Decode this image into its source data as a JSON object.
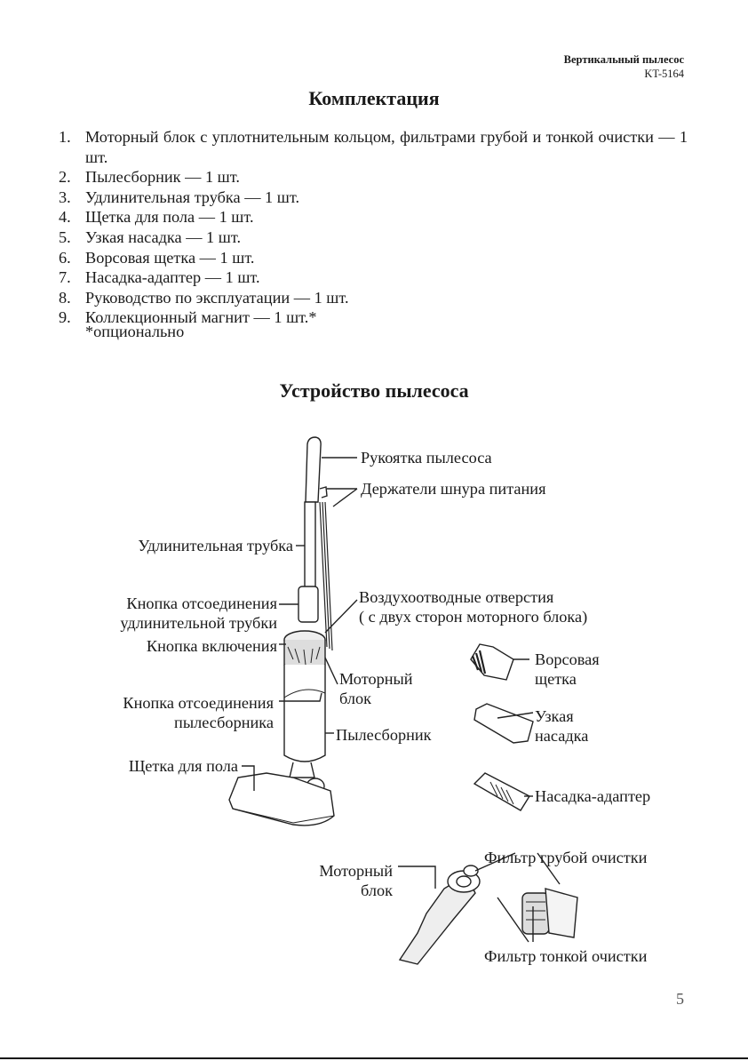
{
  "header": {
    "product": "Вертикальный пылесос",
    "model": "KT-5164"
  },
  "kit": {
    "title": "Комплектация",
    "items": [
      {
        "num": "1.",
        "text": "Моторный блок с уплотнительным кольцом, фильтрами грубой и тонкой очистки — 1 шт."
      },
      {
        "num": "2.",
        "text": "Пылесборник — 1 шт."
      },
      {
        "num": "3.",
        "text": "Удлинительная трубка — 1 шт."
      },
      {
        "num": "4.",
        "text": "Щетка для пола — 1 шт."
      },
      {
        "num": "5.",
        "text": "Узкая насадка — 1 шт."
      },
      {
        "num": "6.",
        "text": "Ворсовая щетка — 1 шт."
      },
      {
        "num": "7.",
        "text": "Насадка-адаптер — 1 шт."
      },
      {
        "num": "8.",
        "text": "Руководство по эксплуатации — 1 шт."
      },
      {
        "num": "9.",
        "text": "Коллекционный магнит — 1 шт.*"
      }
    ],
    "note": "*опционально"
  },
  "device": {
    "title": "Устройство пылесоса",
    "labels": {
      "handle": "Рукоятка пылесоса",
      "cord_holders": "Держатели шнура питания",
      "extension_tube": "Удлинительная трубка",
      "tube_release_1": "Кнопка отсоединения",
      "tube_release_2": "удлинительной трубки",
      "power_button": "Кнопка включения",
      "air_outlets_1": "Воздухоотводные отверстия",
      "air_outlets_2": "( с двух сторон моторного блока)",
      "motor_block_1": "Моторный",
      "motor_block_2": "блок",
      "dust_release_1": "Кнопка отсоединения",
      "dust_release_2": "пылесборника",
      "dust_container": "Пылесборник",
      "floor_brush": "Щетка для пола",
      "bristle_brush_1": "Ворсовая",
      "bristle_brush_2": "щетка",
      "crevice_1": "Узкая",
      "crevice_2": "насадка",
      "adapter": "Насадка-адаптер",
      "motor_block_b1": "Моторный",
      "motor_block_b2": "блок",
      "coarse_filter": "Фильтр грубой очистки",
      "fine_filter": "Фильтр тонкой очистки"
    }
  },
  "page_number": "5"
}
